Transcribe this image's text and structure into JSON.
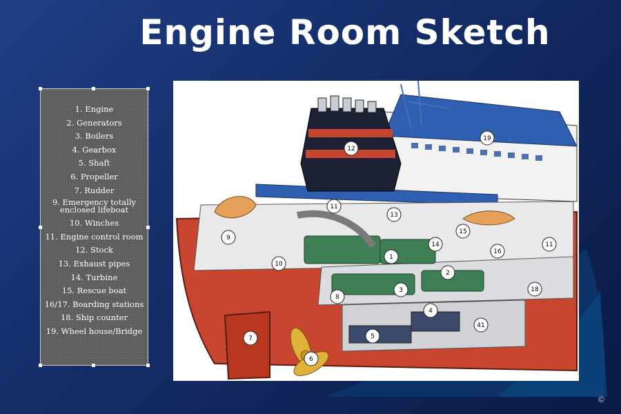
{
  "slide": {
    "title": "Engine Room Sketch",
    "copyright": "©"
  },
  "legend": {
    "items": [
      "1. Engine",
      "2. Generators",
      "3. Boilers",
      "4. Gearbox",
      "5. Shaft",
      "6. Propeller",
      "7. Rudder",
      "9. Emergency totally enclosed lifeboat",
      "10. Winches",
      "11. Engine control room",
      "12. Stock",
      "13.  Exhaust pipes",
      "14. Turbine",
      "15. Rescue boat",
      "16/17. Boarding stations",
      "18. Ship counter",
      "19. Wheel house/Bridge"
    ]
  },
  "diagram": {
    "callouts": [
      "12",
      "19",
      "11",
      "13",
      "9",
      "1",
      "14",
      "15",
      "16",
      "11",
      "10",
      "2",
      "8",
      "3",
      "18",
      "4",
      "41",
      "5",
      "7",
      "6"
    ]
  },
  "colors": {
    "hull": "#c8452f",
    "deck": "#2f5fb0",
    "funnel": "#1c2233",
    "machinery": "#3f7f55",
    "propeller": "#e0b23a"
  }
}
